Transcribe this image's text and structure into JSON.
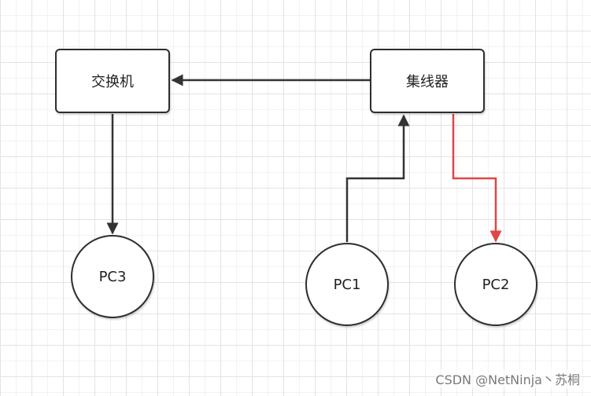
{
  "nodes": {
    "switch": {
      "label": "交换机",
      "shape": "rounded-rectangle"
    },
    "hub": {
      "label": "集线器",
      "shape": "rounded-rectangle"
    },
    "pc3": {
      "label": "PC3",
      "shape": "circle"
    },
    "pc1": {
      "label": "PC1",
      "shape": "circle"
    },
    "pc2": {
      "label": "PC2",
      "shape": "circle"
    }
  },
  "edges": [
    {
      "from": "hub",
      "to": "switch",
      "color": "#333333"
    },
    {
      "from": "switch",
      "to": "pc3",
      "color": "#333333"
    },
    {
      "from": "pc1",
      "to": "hub",
      "color": "#333333"
    },
    {
      "from": "hub",
      "to": "pc2",
      "color": "#e04646"
    }
  ],
  "colors": {
    "stroke": "#2b2f33",
    "edge_default": "#333333",
    "edge_highlight": "#e04646",
    "grid": "#e3e3e3"
  },
  "watermark": "CSDN @NetNinja丶苏桐"
}
